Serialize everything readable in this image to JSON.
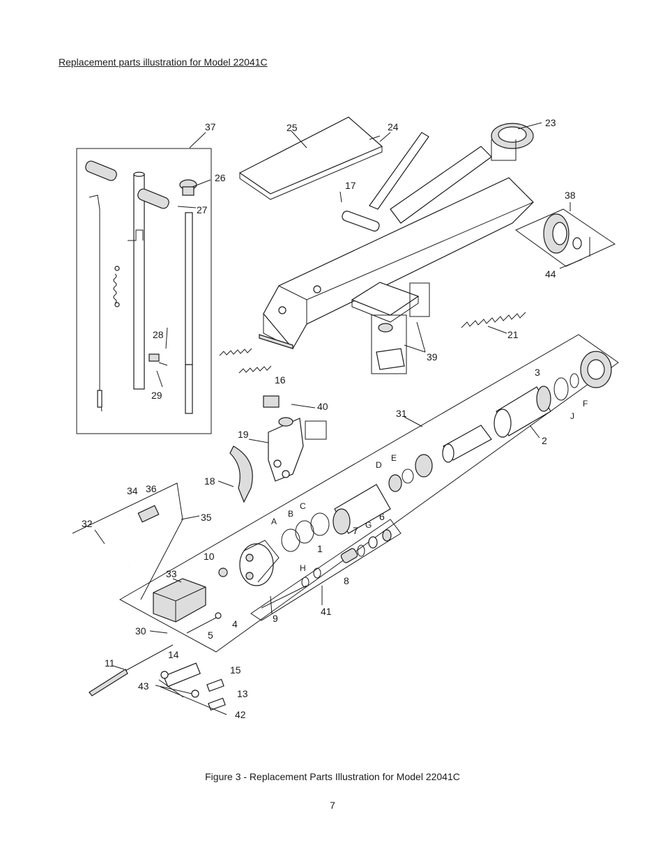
{
  "heading": "Replacement parts illustration for Model 22041C",
  "caption": "Figure 3 - Replacement Parts Illustration for Model 22041C",
  "page_number": "7",
  "part_labels": [
    {
      "id": "p37",
      "text": "37"
    },
    {
      "id": "p25",
      "text": "25"
    },
    {
      "id": "p24",
      "text": "24"
    },
    {
      "id": "p23",
      "text": "23"
    },
    {
      "id": "p26",
      "text": "26"
    },
    {
      "id": "p27",
      "text": "27"
    },
    {
      "id": "p17",
      "text": "17"
    },
    {
      "id": "p38",
      "text": "38"
    },
    {
      "id": "p44",
      "text": "44"
    },
    {
      "id": "p28",
      "text": "28"
    },
    {
      "id": "p29",
      "text": "29"
    },
    {
      "id": "p21",
      "text": "21"
    },
    {
      "id": "p39",
      "text": "39"
    },
    {
      "id": "p16",
      "text": "16"
    },
    {
      "id": "p3",
      "text": "3"
    },
    {
      "id": "p40",
      "text": "40"
    },
    {
      "id": "pF",
      "text": "F"
    },
    {
      "id": "pJ",
      "text": "J"
    },
    {
      "id": "p31",
      "text": "31"
    },
    {
      "id": "p19",
      "text": "19"
    },
    {
      "id": "p2",
      "text": "2"
    },
    {
      "id": "pD",
      "text": "D"
    },
    {
      "id": "pE",
      "text": "E"
    },
    {
      "id": "p18",
      "text": "18"
    },
    {
      "id": "p34",
      "text": "34"
    },
    {
      "id": "p36",
      "text": "36"
    },
    {
      "id": "p35",
      "text": "35"
    },
    {
      "id": "pC",
      "text": "C"
    },
    {
      "id": "pB",
      "text": "B"
    },
    {
      "id": "pA",
      "text": "A"
    },
    {
      "id": "p32",
      "text": "32"
    },
    {
      "id": "p7",
      "text": "7"
    },
    {
      "id": "p6",
      "text": "6"
    },
    {
      "id": "pG",
      "text": "G"
    },
    {
      "id": "p1",
      "text": "1"
    },
    {
      "id": "p10",
      "text": "10"
    },
    {
      "id": "pH",
      "text": "H"
    },
    {
      "id": "p8",
      "text": "8"
    },
    {
      "id": "p33",
      "text": "33"
    },
    {
      "id": "p41",
      "text": "41"
    },
    {
      "id": "p9",
      "text": "9"
    },
    {
      "id": "p4",
      "text": "4"
    },
    {
      "id": "p30",
      "text": "30"
    },
    {
      "id": "p5",
      "text": "5"
    },
    {
      "id": "p11",
      "text": "11"
    },
    {
      "id": "p14",
      "text": "14"
    },
    {
      "id": "p15",
      "text": "15"
    },
    {
      "id": "p43",
      "text": "43"
    },
    {
      "id": "p13",
      "text": "13"
    },
    {
      "id": "p42",
      "text": "42"
    }
  ]
}
